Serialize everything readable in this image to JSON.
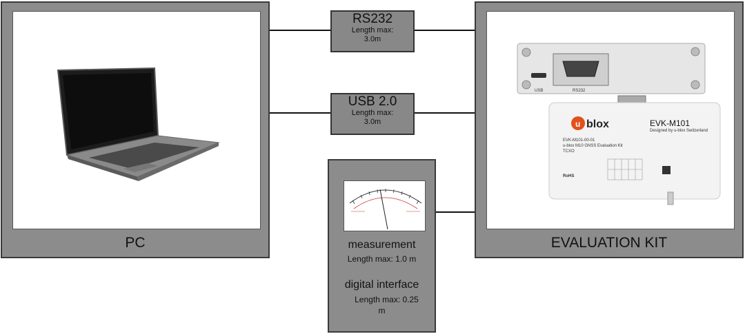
{
  "pc": {
    "label": "PC"
  },
  "kit": {
    "label": "EVALUATION KIT",
    "port_usb": "USB",
    "port_rs232": "RS232",
    "brand": "blox",
    "brand_u": "u",
    "model": "EVK-M101",
    "model_sub": "Designed by u-blox Switzerland",
    "part_number": "EVK-M101-00-01",
    "description": "u-blox M10 GNSS Evaluation Kit",
    "variant": "TCXO",
    "rohs": "RoHS"
  },
  "cables": {
    "rs232": {
      "title": "RS232",
      "line1": "Length max:",
      "line2": "3.0m"
    },
    "usb": {
      "title": "USB 2.0",
      "line1": "Length max:",
      "line2": "3.0m"
    }
  },
  "measurement": {
    "title": "measurement",
    "length": "Length max: 1.0 m",
    "digital_title": "digital interface",
    "digital_length_1": "Length max: 0.25",
    "digital_length_2": "m"
  }
}
